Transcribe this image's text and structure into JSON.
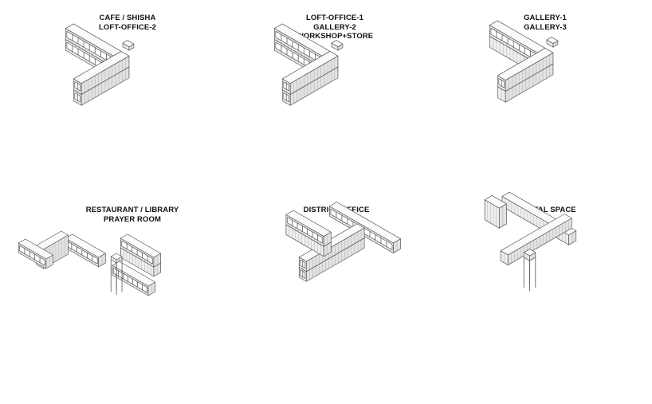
{
  "panels": [
    {
      "id": "p1",
      "lines": [
        "CAFE / SHISHA",
        "LOFT-OFFICE-2"
      ]
    },
    {
      "id": "p2",
      "lines": [
        "LOFT-OFFICE-1",
        "GALLERY-2",
        "WORKSHOP+STORE"
      ]
    },
    {
      "id": "p3",
      "lines": [
        "GALLERY-1",
        "GALLERY-3"
      ]
    },
    {
      "id": "p4",
      "lines": [
        "RESTAURANT / LIBRARY",
        "PRAYER ROOM"
      ]
    },
    {
      "id": "p5",
      "lines": [
        "DISTRICT OFFICE"
      ]
    },
    {
      "id": "p6",
      "lines": [
        "RENTAL SPACE"
      ]
    }
  ]
}
